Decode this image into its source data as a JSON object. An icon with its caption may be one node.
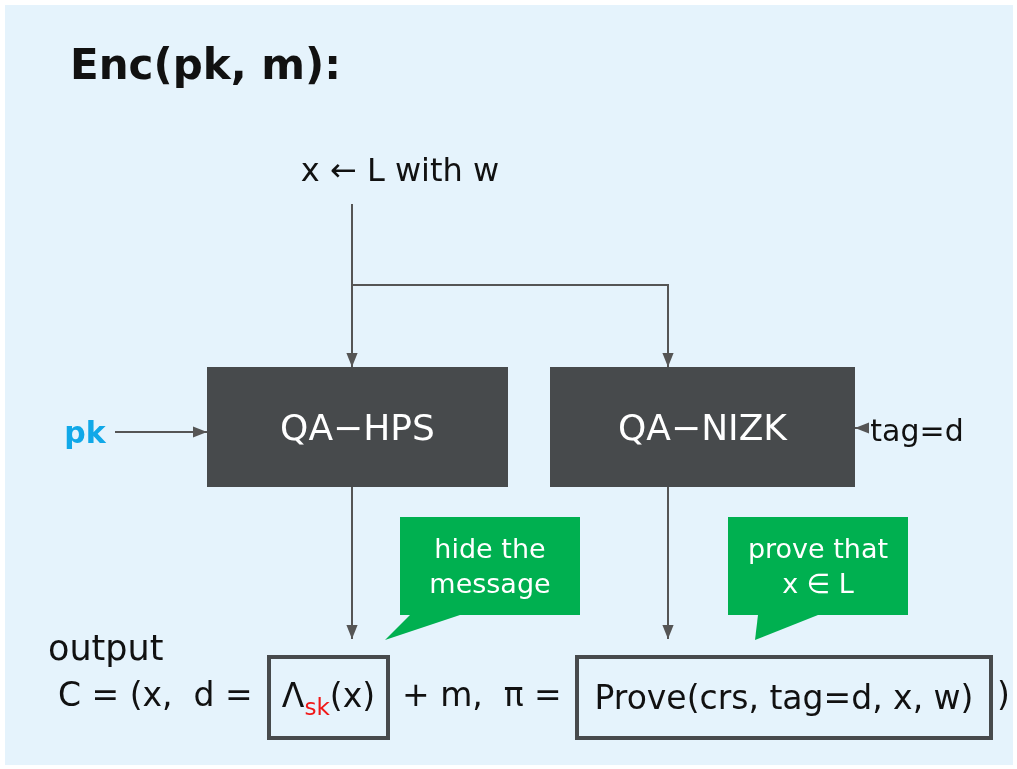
{
  "diagram": {
    "title": "Enc(pk, m):",
    "nodes": [
      {
        "text": [
          "x ← L with w"
        ]
      },
      {
        "text": [
          "QA−HPS"
        ]
      },
      {
        "text": [
          "QA−NIZK"
        ]
      },
      {
        "text": [
          "pk"
        ]
      },
      {
        "text": [
          "tag=d"
        ]
      },
      {
        "text": [
          "hide the message"
        ]
      },
      {
        "text": [
          "prove that x ∈ L"
        ]
      },
      {
        "text": [
          "Λ$_{sk}$(x)"
        ]
      },
      {
        "text": [
          "Prove(crs, tag=d, x, w)"
        ]
      }
    ],
    "edges": [
      {
        "from": 0,
        "to": 1,
        "arrow": "to"
      },
      {
        "from": 0,
        "to": 2,
        "arrow": "to"
      },
      {
        "from": 3,
        "to": 1,
        "arrow": "to"
      },
      {
        "from": 4,
        "to": 2,
        "arrow": "to"
      },
      {
        "from": 1,
        "to": 7,
        "arrow": "to"
      },
      {
        "from": 2,
        "to": 8,
        "arrow": "to"
      }
    ],
    "labels": [
      "output",
      "C = (x,  d =",
      "+ m,  π =",
      ")"
    ]
  }
}
